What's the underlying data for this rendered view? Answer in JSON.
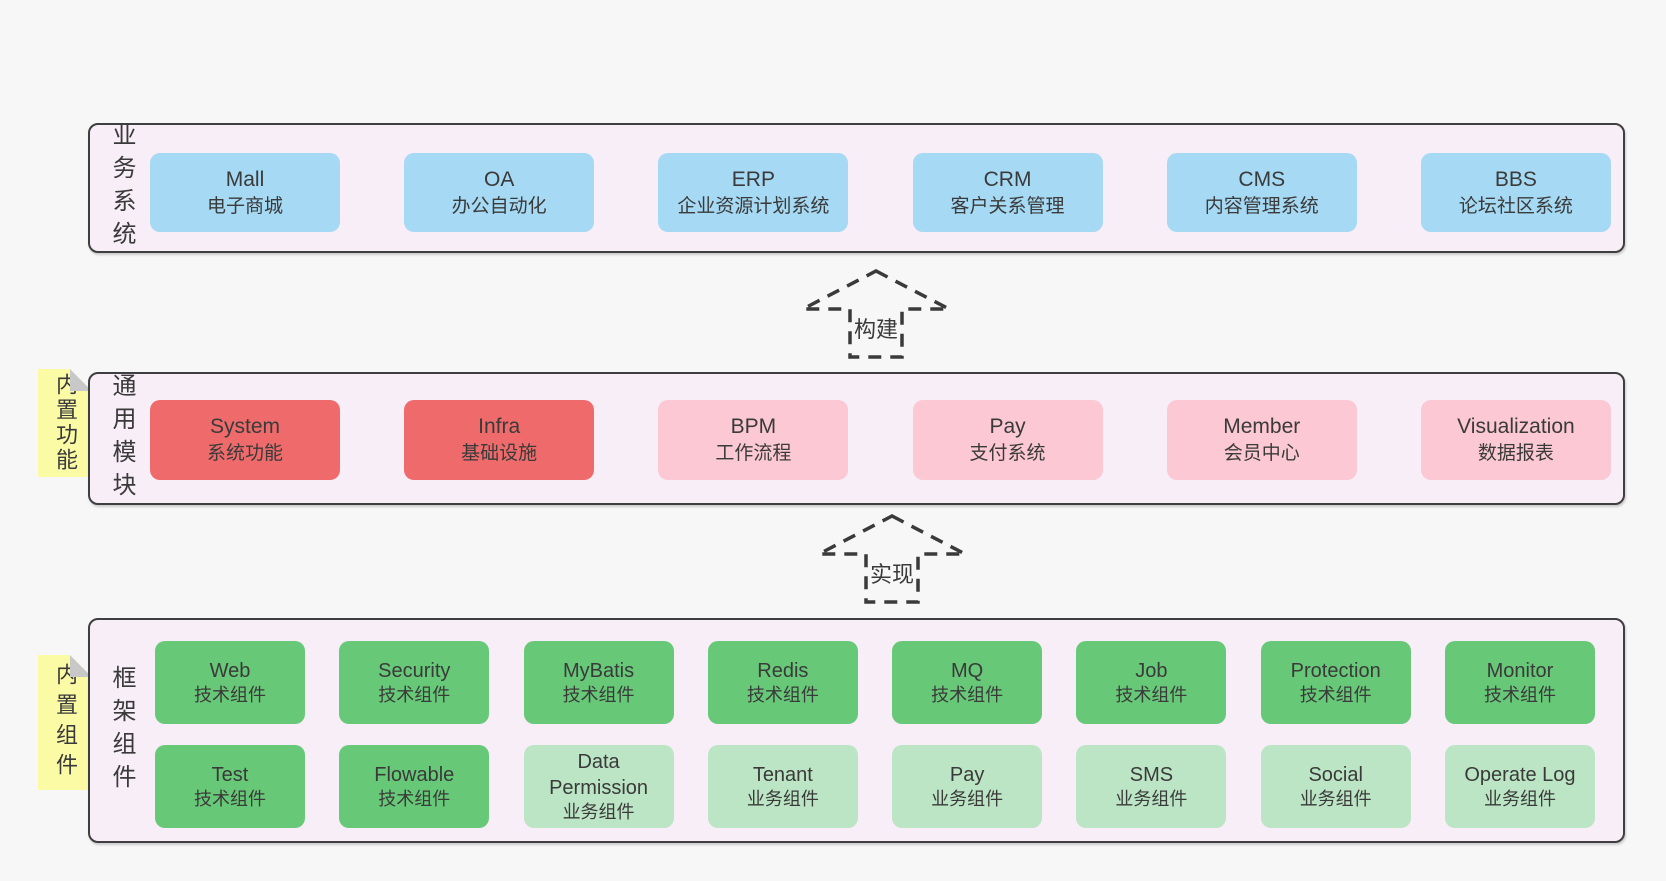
{
  "colors": {
    "page_bg": "#f7f7f7",
    "band_bg": "#f8eef7",
    "band_border": "#3f3f3f",
    "blue": "#a6d9f3",
    "red": "#ef6b6b",
    "pink": "#fbc8d3",
    "green": "#67c878",
    "light_green": "#bbe5c4",
    "note_yellow": "#fbfba5",
    "note_fold": "#c8c8c8",
    "text": "#3a3a3a"
  },
  "bands": {
    "business": {
      "label": "业务系统",
      "boxes": [
        {
          "en": "Mall",
          "zh": "电子商城"
        },
        {
          "en": "OA",
          "zh": "办公自动化"
        },
        {
          "en": "ERP",
          "zh": "企业资源计划系统"
        },
        {
          "en": "CRM",
          "zh": "客户关系管理"
        },
        {
          "en": "CMS",
          "zh": "内容管理系统"
        },
        {
          "en": "BBS",
          "zh": "论坛社区系统"
        }
      ]
    },
    "modules": {
      "label": "通用模块",
      "note": "内置功能",
      "boxes": [
        {
          "en": "System",
          "zh": "系统功能"
        },
        {
          "en": "Infra",
          "zh": "基础设施"
        },
        {
          "en": "BPM",
          "zh": "工作流程"
        },
        {
          "en": "Pay",
          "zh": "支付系统"
        },
        {
          "en": "Member",
          "zh": "会员中心"
        },
        {
          "en": "Visualization",
          "zh": "数据报表"
        }
      ]
    },
    "components": {
      "label": "框架组件",
      "note": "内置组件",
      "row1": [
        {
          "en": "Web",
          "zh": "技术组件"
        },
        {
          "en": "Security",
          "zh": "技术组件"
        },
        {
          "en": "MyBatis",
          "zh": "技术组件"
        },
        {
          "en": "Redis",
          "zh": "技术组件"
        },
        {
          "en": "MQ",
          "zh": "技术组件"
        },
        {
          "en": "Job",
          "zh": "技术组件"
        },
        {
          "en": "Protection",
          "zh": "技术组件"
        },
        {
          "en": "Monitor",
          "zh": "技术组件"
        }
      ],
      "row2": [
        {
          "en": "Test",
          "zh": "技术组件"
        },
        {
          "en": "Flowable",
          "zh": "技术组件"
        },
        {
          "en": "Data Permission",
          "zh": "业务组件"
        },
        {
          "en": "Tenant",
          "zh": "业务组件"
        },
        {
          "en": "Pay",
          "zh": "业务组件"
        },
        {
          "en": "SMS",
          "zh": "业务组件"
        },
        {
          "en": "Social",
          "zh": "业务组件"
        },
        {
          "en": "Operate Log",
          "zh": "业务组件"
        }
      ]
    }
  },
  "arrows": {
    "build": {
      "label": "构建"
    },
    "implement": {
      "label": "实现"
    }
  }
}
